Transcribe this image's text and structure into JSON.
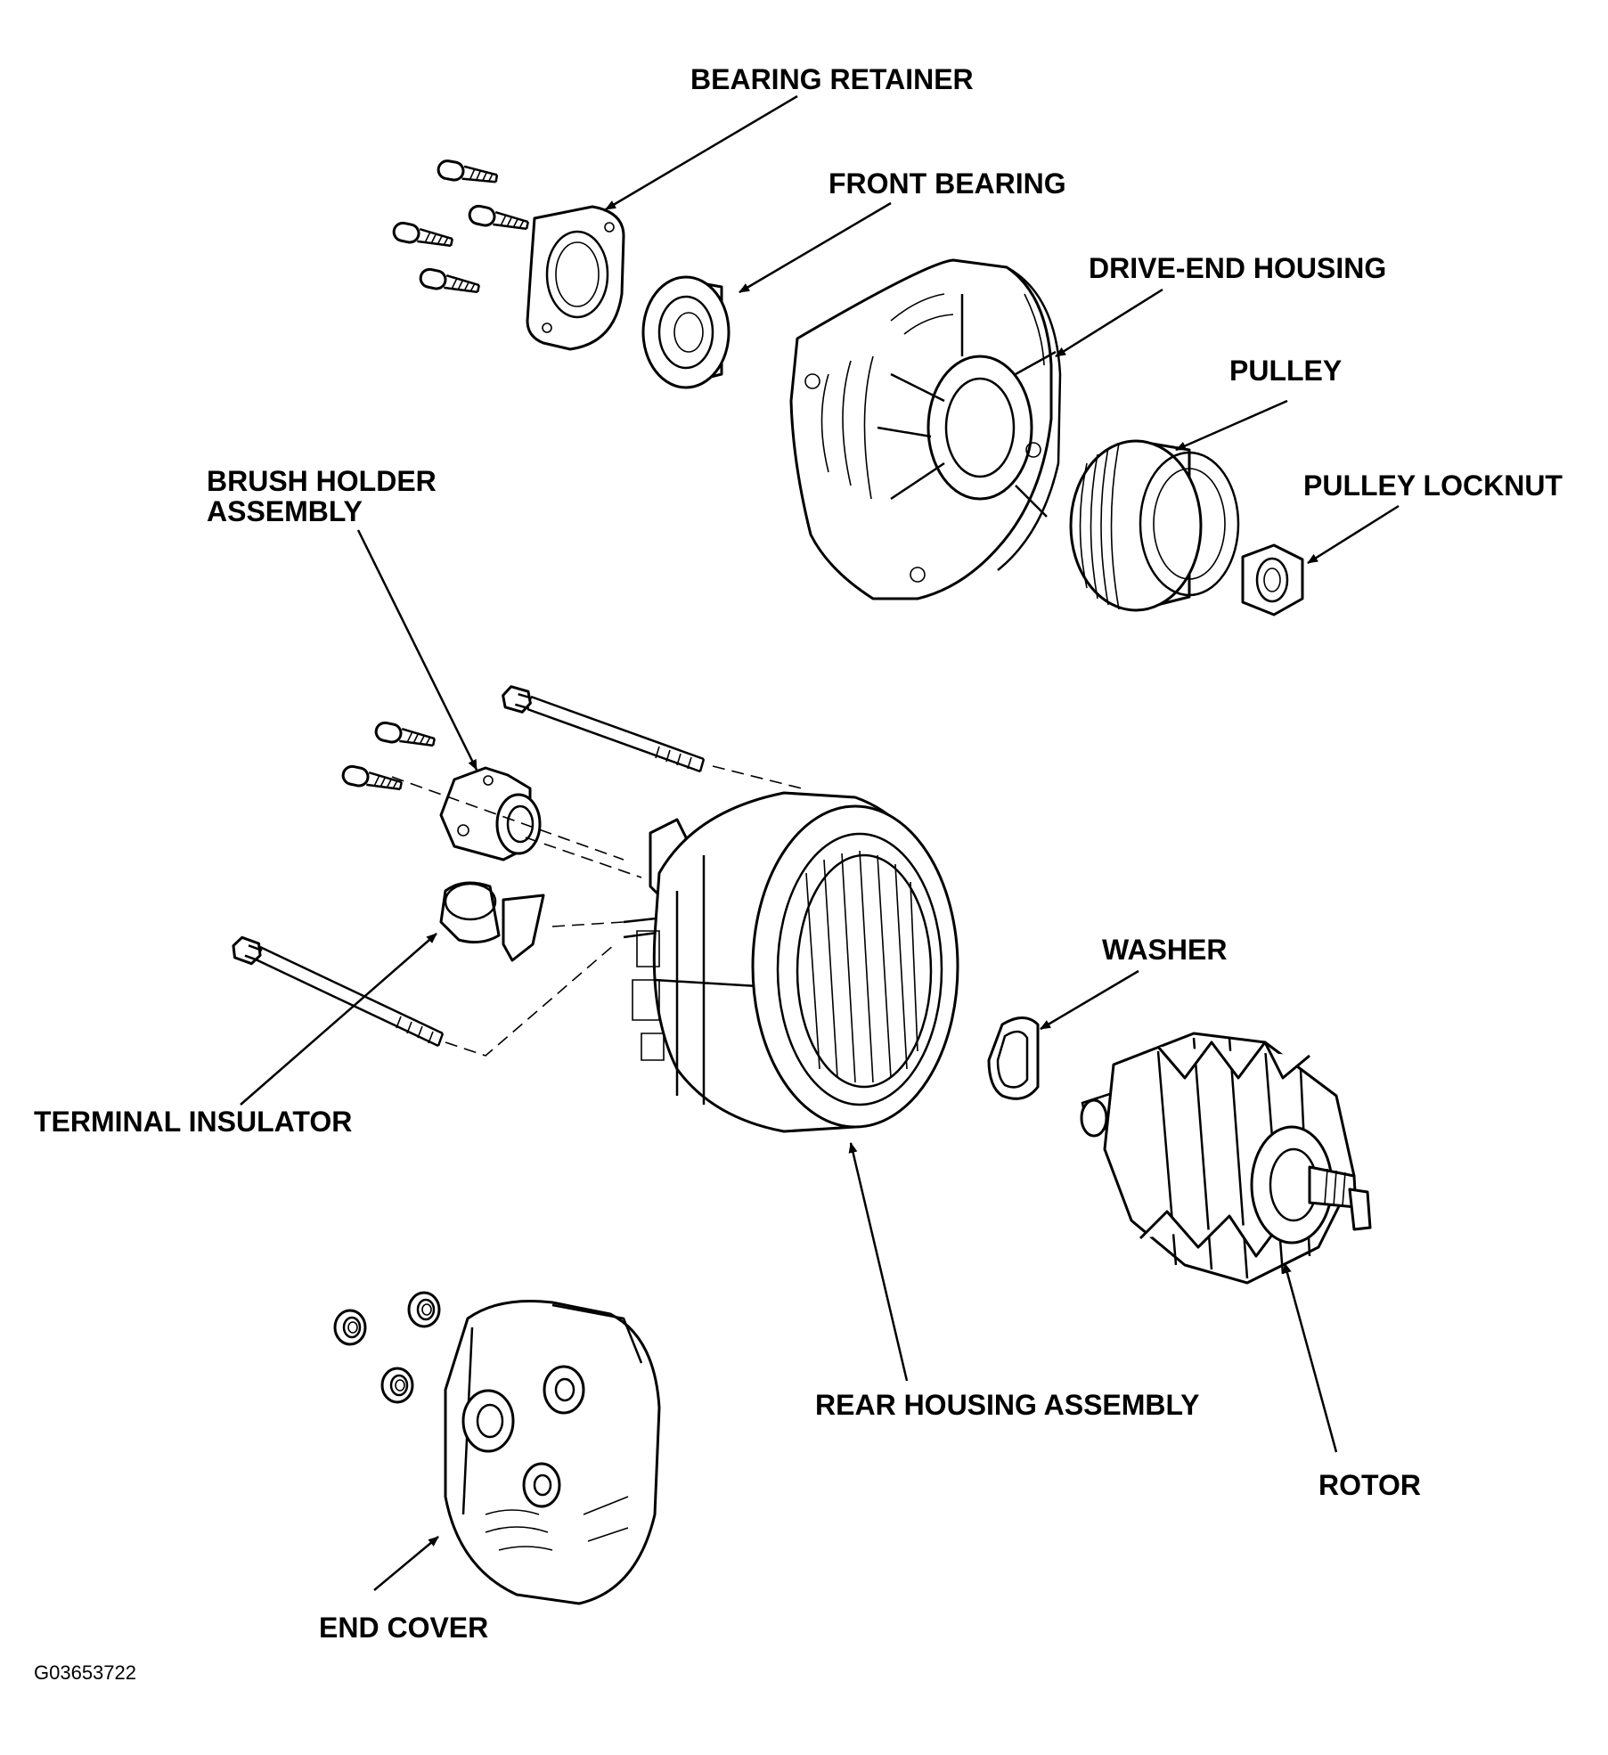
{
  "labels": {
    "bearing_retainer": "BEARING RETAINER",
    "front_bearing": "FRONT BEARING",
    "drive_end_housing": "DRIVE-END HOUSING",
    "pulley": "PULLEY",
    "pulley_locknut": "PULLEY LOCKNUT",
    "brush_holder_line1": "BRUSH HOLDER",
    "brush_holder_line2": "ASSEMBLY",
    "washer": "WASHER",
    "terminal_insulator": "TERMINAL INSULATOR",
    "rear_housing_assembly": "REAR HOUSING ASSEMBLY",
    "rotor": "ROTOR",
    "end_cover": "END COVER"
  },
  "figure_code": "G03653722",
  "colors": {
    "ink": "#000000",
    "paper": "#ffffff"
  }
}
